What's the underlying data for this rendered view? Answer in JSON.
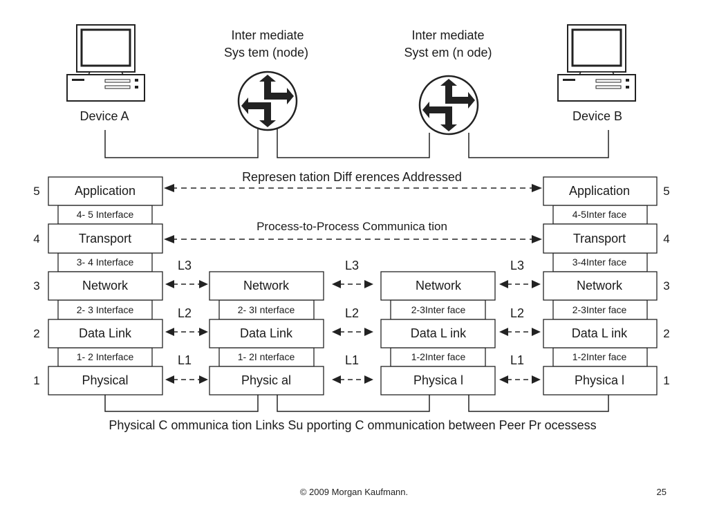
{
  "devices": {
    "a": "Device A",
    "b": "Device B"
  },
  "nodes": {
    "left": [
      "Inter mediate",
      "Sys tem (node)"
    ],
    "right": [
      "Inter mediate",
      "Syst em (n ode)"
    ]
  },
  "annotations": {
    "representation": "Represen tation Diff erences  Addressed",
    "process": "Process-to-Process  Communica tion",
    "physical_links": "Physical C ommunica tion Links  Su pporting C ommunication between Peer Pr ocessess"
  },
  "layer_numbers": {
    "left": [
      "5",
      "4",
      "3",
      "2",
      "1"
    ],
    "right": [
      "5",
      "4",
      "3",
      "2",
      "1"
    ]
  },
  "stacks": {
    "device_a": {
      "layers": [
        "Application",
        "Transport",
        "Network",
        "Data Link",
        "Physical"
      ],
      "interfaces": [
        "4- 5 Interface",
        "3- 4 Interface",
        "2- 3 Interface",
        "1- 2 Interface"
      ]
    },
    "node_1": {
      "layers": [
        "Network",
        "Data Link",
        "Physic al"
      ],
      "interfaces": [
        "2- 3I nterface",
        "1- 2I nterface"
      ]
    },
    "node_2": {
      "layers": [
        "Network",
        "Data L ink",
        "Physica l"
      ],
      "interfaces": [
        "2-3Inter face",
        "1-2Inter face"
      ]
    },
    "device_b": {
      "layers": [
        "Application",
        "Transport",
        "Network",
        "Data L ink",
        "Physica l"
      ],
      "interfaces": [
        "4-5Inter face",
        "3-4Inter face",
        "2-3Inter face",
        "1-2Inter face"
      ]
    }
  },
  "peer_labels": {
    "l3": "L3",
    "l2": "L2",
    "l1": "L1"
  },
  "footer": {
    "copyright": "© 2009 Morgan Kaufmann.",
    "page_number": "25"
  }
}
